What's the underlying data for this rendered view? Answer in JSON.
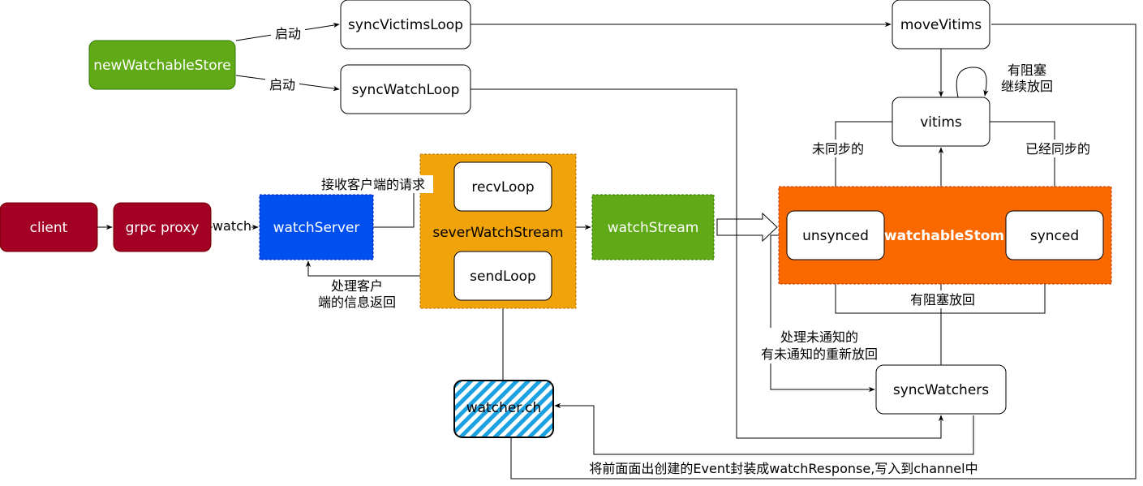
{
  "nodes": {
    "newWatchableStore": "newWatchableStore",
    "syncVictimsLoop": "syncVictimsLoop",
    "syncWatchLoop": "syncWatchLoop",
    "moveVitims": "moveVitims",
    "vitims": "vitims",
    "client": "client",
    "grpcProxy": "grpc proxy",
    "watchServer": "watchServer",
    "severWatchStream": "severWatchStream",
    "recvLoop": "recvLoop",
    "sendLoop": "sendLoop",
    "watchStream": "watchStream",
    "watchableStom": "watchableStom",
    "unsynced": "unsynced",
    "synced": "synced",
    "syncWatchers": "syncWatchers",
    "watcherCh": "watcher.ch"
  },
  "edges": {
    "start1": "启动",
    "start2": "启动",
    "blockedContinue1": "有阻塞",
    "blockedContinue2": "继续放回",
    "notSynced": "未同步的",
    "alreadySynced": "已经同步的",
    "watch": "watch",
    "receiveRequest": "接收客户端的请求",
    "handleReturn1": "处理客户",
    "handleReturn2": "端的信息返回",
    "blockedPutBack": "有阻塞放回",
    "processUnnotified1": "处理未通知的",
    "processUnnotified2": "有未通知的重新放回",
    "writeChannel": "将前面面出创建的Event封装成watchResponse,写入到channel中"
  },
  "colors": {
    "green": "#60a917",
    "green_stroke": "#2d7600",
    "red": "#a20025",
    "red_stroke": "#6f0000",
    "blue": "#0050ef",
    "blue_stroke": "#001dbc",
    "orange": "#f0a30a",
    "orange_stroke": "#bd7000",
    "deep_orange": "#fa6800",
    "deep_orange_stroke": "#c73500",
    "hatch": "#1ba1e2"
  }
}
